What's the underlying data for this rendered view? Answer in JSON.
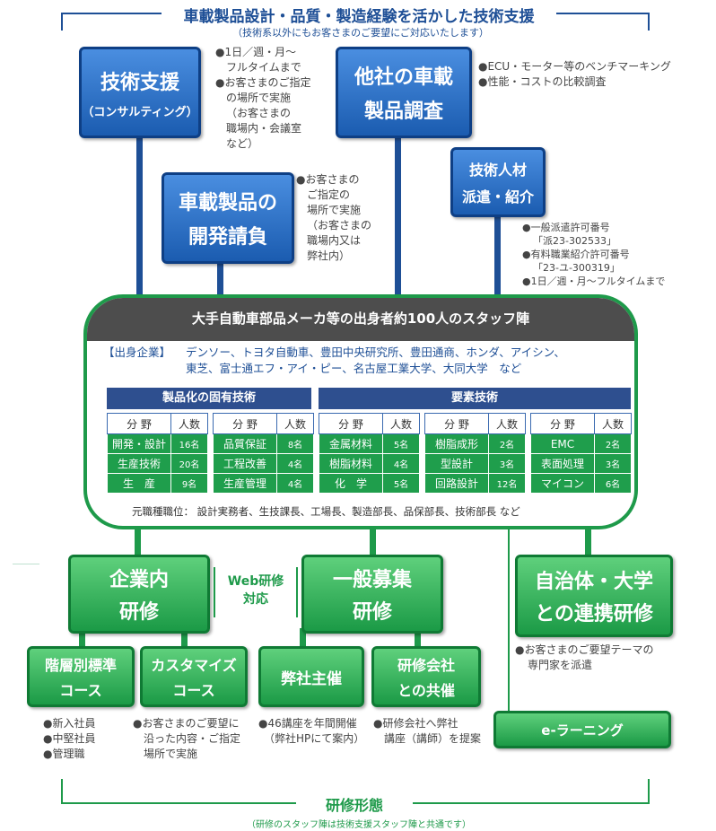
{
  "header": {
    "title": "車載製品設計・品質・製造経験を活かした技術支援",
    "subtitle": "（技術系以外にもお客さまのご要望にご対応いたします）"
  },
  "services": {
    "consulting": {
      "line1": "技術支援",
      "line2": "（コンサルティング）",
      "notes": [
        "●1日／週・月〜",
        "フルタイムまで",
        "●お客さまのご指定",
        "の場所で実施",
        "（お客さまの",
        "職場内・会議室",
        "など）"
      ]
    },
    "survey": {
      "line1": "他社の車載",
      "line2": "製品調査",
      "notes": [
        "●ECU・モーター等のベンチマーキング",
        "●性能・コストの比較調査"
      ]
    },
    "development": {
      "line1": "車載製品の",
      "line2": "開発請負",
      "notes": [
        "●お客さまの",
        "ご指定の",
        "場所で実施",
        "（お客さまの",
        "職場内又は",
        "弊社内）"
      ]
    },
    "staffing": {
      "line1": "技術人材",
      "line2": "派遣・紹介",
      "notes": [
        "●一般派遣許可番号",
        "「派23-302533」",
        "●有料職業紹介許可番号",
        "「23-ユ-300319」",
        "●1日／週・月〜フルタイムまで"
      ]
    }
  },
  "staff": {
    "heading": "大手自動車部品メーカ等の出身者約100人のスタッフ陣",
    "origin_label": "【出身企業】",
    "origin_line1": "デンソー、トヨタ自動車、豊田中央研究所、豊田通商、ホンダ、アイシン、",
    "origin_line2": "東芝、富士通エフ・アイ・ピー、名古屋工業大学、大同大学　など",
    "section_product": "製品化の固有技術",
    "section_element": "要素技術",
    "col_field": "分 野",
    "col_count": "人数",
    "tables": [
      {
        "rows": [
          [
            "開発・設計",
            "16名"
          ],
          [
            "生産技術",
            "20名"
          ],
          [
            "生　産",
            "9名"
          ]
        ]
      },
      {
        "rows": [
          [
            "品質保証",
            "8名"
          ],
          [
            "工程改善",
            "4名"
          ],
          [
            "生産管理",
            "4名"
          ]
        ]
      },
      {
        "rows": [
          [
            "金属材料",
            "5名"
          ],
          [
            "樹脂材料",
            "4名"
          ],
          [
            "化　学",
            "5名"
          ]
        ]
      },
      {
        "rows": [
          [
            "樹脂成形",
            "2名"
          ],
          [
            "型設計",
            "3名"
          ],
          [
            "回路設計",
            "12名"
          ]
        ]
      },
      {
        "rows": [
          [
            "EMC",
            "2名"
          ],
          [
            "表面処理",
            "3名"
          ],
          [
            "マイコン",
            "6名"
          ]
        ]
      }
    ],
    "former_positions": "元職種職位：  設計実務者、生技課長、工場長、製造部長、品保部長、技術部長 など"
  },
  "training": {
    "inhouse": {
      "line1": "企業内",
      "line2": "研修"
    },
    "web": {
      "line1": "Web研修",
      "line2": "対応"
    },
    "public": {
      "line1": "一般募集",
      "line2": "研修"
    },
    "municipal": {
      "line1": "自治体・大学",
      "line2": "との連携研修",
      "notes": [
        "●お客さまのご要望テーマの",
        "専門家を派遣"
      ]
    },
    "course_level": {
      "line1": "階層別標準",
      "line2": "コース",
      "notes": [
        "●新入社員",
        "●中堅社員",
        "●管理職"
      ]
    },
    "course_custom": {
      "line1": "カスタマイズ",
      "line2": "コース",
      "notes": [
        "●お客さまのご要望に",
        "沿った内容・ご指定",
        "場所で実施"
      ]
    },
    "course_own": {
      "line1": "弊社主催",
      "notes": [
        "●46講座を年間開催",
        "（弊社HPにて案内）"
      ]
    },
    "course_joint": {
      "line1": "研修会社",
      "line2": "との共催",
      "notes": [
        "●研修会社へ弊社",
        "講座（講師）を提案"
      ]
    },
    "elearning": "e-ラーニング"
  },
  "footer": {
    "title": "研修形態",
    "subtitle": "（研修のスタッフ陣は技術支援スタッフ陣と共通です）"
  },
  "colors": {
    "blue": "#1e4f96",
    "green": "#1e9a4a",
    "dark": "#4d4d4d"
  }
}
